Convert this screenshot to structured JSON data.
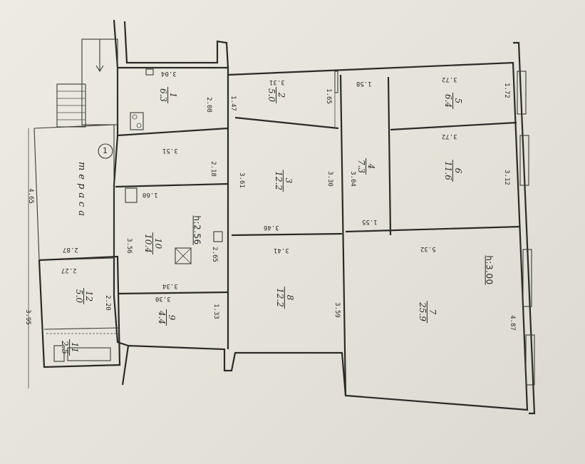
{
  "rooms": [
    {
      "id": "r1",
      "number": "1",
      "area": "6.3"
    },
    {
      "id": "r2",
      "number": "2",
      "area": "5.0"
    },
    {
      "id": "r3",
      "number": "3",
      "area": "12.2"
    },
    {
      "id": "r4",
      "number": "4",
      "area": "7.3"
    },
    {
      "id": "r5",
      "number": "5",
      "area": "6.4"
    },
    {
      "id": "r6",
      "number": "6",
      "area": "11.6"
    },
    {
      "id": "r7",
      "number": "7",
      "area": "25.9"
    },
    {
      "id": "r8",
      "number": "8",
      "area": "12.2"
    },
    {
      "id": "r9",
      "number": "9",
      "area": "4.4"
    },
    {
      "id": "r10",
      "number": "10",
      "area": "10.4"
    },
    {
      "id": "r11",
      "number": "11",
      "area": "2.5"
    },
    {
      "id": "r12",
      "number": "12",
      "area": "5.0"
    }
  ],
  "dimensions": [
    "3.04",
    "2.08",
    "3.51",
    "2.18",
    "1.60",
    "3.56",
    "2.65",
    "3.46",
    "3.41",
    "3.34",
    "1.33",
    "3.30",
    "2.87",
    "2.27",
    "2.20",
    "3.95",
    "4.65",
    "3.31",
    "1.47",
    "1.65",
    "3.61",
    "3.30",
    "3.59",
    "1.58",
    "3.04",
    "1.55",
    "3.72",
    "1.72",
    "3.72",
    "3.12",
    "5.32",
    "4.87"
  ],
  "heights": [
    "h:2.56",
    "h:3.00"
  ],
  "terrace_label": "тераса",
  "marker": "1"
}
